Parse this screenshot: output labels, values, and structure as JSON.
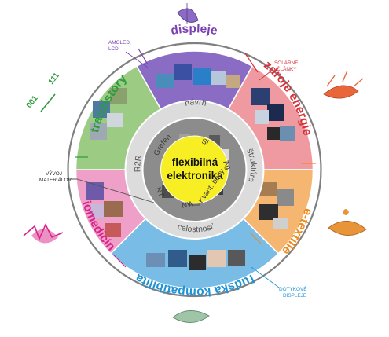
{
  "center": {
    "line1": "flexibilná",
    "line2": "elektronika"
  },
  "segments": {
    "displeje": "displeje",
    "zdroje": "zdroje energie",
    "textilie": "e-textilie",
    "ludska": "ľudská kompatibilita",
    "biomedicina": "biomedicína",
    "tranzistory": "tranzistory"
  },
  "middle_ring": {
    "top": "návrh",
    "right": "štruktúra",
    "bottom": "celostnosť",
    "left": "R2R"
  },
  "inner_ring": {
    "grafen": "Grafén",
    "si": "Si",
    "ag": "Ag",
    "kvant": "Kvant. body",
    "nw": "NW",
    "nt": "NT"
  },
  "notes": {
    "amoled_1": "AMOLED,",
    "amoled_2": "LCD",
    "solarne_1": "SOLÁRNE",
    "solarne_2": "ČLÁNKY",
    "vyvoj_1": "VÝVOJ",
    "vyvoj_2": "MATERIÁLOV",
    "dotykove_1": "DOTYKOVÉ",
    "dotykove_2": "DISPLEJE",
    "orient_001": "001",
    "orient_111": "111"
  },
  "colors": {
    "displeje": "#8b6cc4",
    "zdroje": "#ef9aa0",
    "textilie": "#f5b672",
    "ludska": "#79bde6",
    "biomedicina": "#efa0c8",
    "tranzistory": "#9ccb84",
    "center_fill": "#f7ee24",
    "middle_ring": "#dcdcdc",
    "inner_ring": "#8c8c8c",
    "outer_ring": "#ffffff",
    "text_purple": "#7a3fb0",
    "text_red": "#d9303a",
    "text_orange": "#f08a1c",
    "text_blue": "#1e93d6",
    "text_pink": "#d8248a",
    "text_green": "#2c9c3c"
  }
}
